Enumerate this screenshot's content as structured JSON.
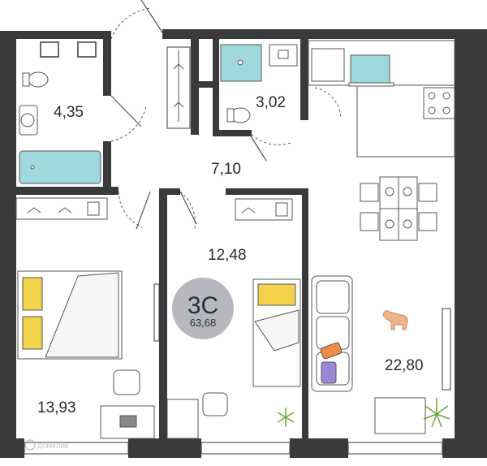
{
  "apartment": {
    "code": "3С",
    "total_area": "63,68"
  },
  "rooms": {
    "bathroom": "4,35",
    "wc": "3,02",
    "hall": "7,10",
    "bedroom_middle": "12,48",
    "bedroom_left": "13,93",
    "living_kitchen": "22,80"
  },
  "watermark": "домклик",
  "colors": {
    "wall": "#3a3a3c",
    "badge": "#b7b8be",
    "bath": "#9fd9dd",
    "pillow": "#f3d34a",
    "plant": "#8fd14f",
    "dog": "#f0b48a",
    "book_orange": "#ef8a4a",
    "book_purple": "#9b87d6"
  },
  "icons": [
    "door-swing-icon",
    "bathtub-icon",
    "toilet-icon",
    "sink-icon",
    "shower-icon",
    "stove-icon",
    "bed-icon",
    "chair-icon",
    "sofa-icon",
    "plant-icon",
    "dog-icon",
    "desk-icon",
    "dining-table-icon"
  ]
}
